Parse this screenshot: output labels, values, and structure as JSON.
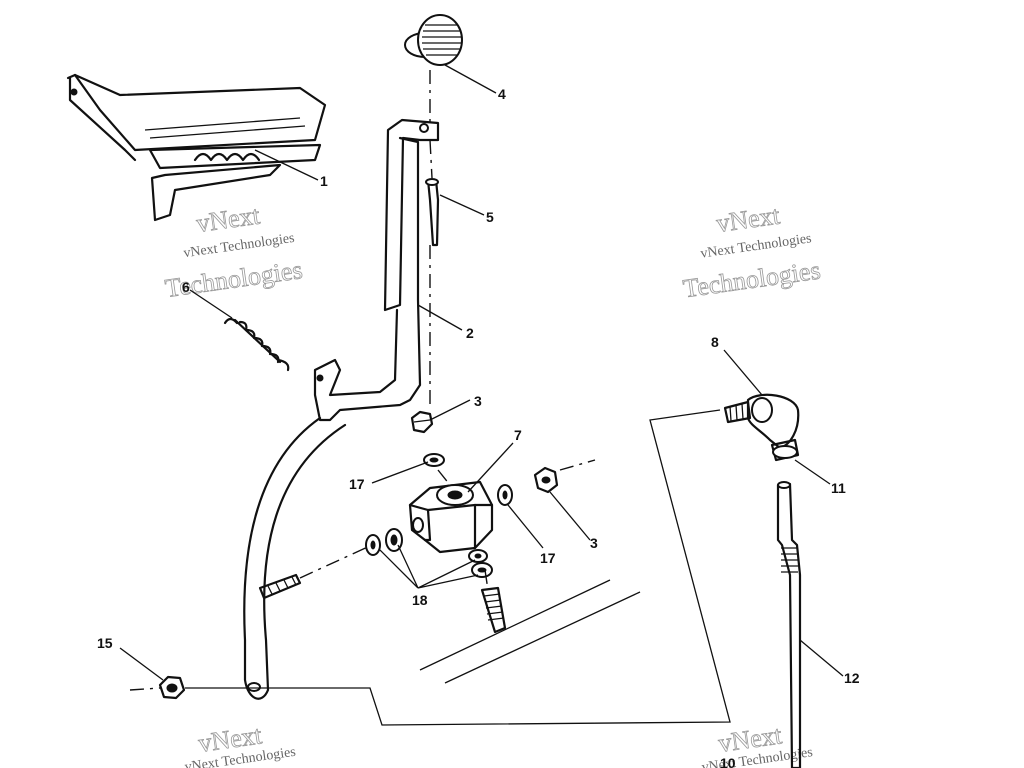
{
  "diagram": {
    "title": "Parts breakdown - lever, bracket and linkage assembly",
    "colors": {
      "ink": "#111111",
      "watermark": "#999999"
    },
    "callouts": {
      "c1": "1",
      "c2": "2",
      "c3a": "3",
      "c3b": "3",
      "c4": "4",
      "c5": "5",
      "c6": "6",
      "c7": "7",
      "c8": "8",
      "c10": "10",
      "c11": "11",
      "c12": "12",
      "c15": "15",
      "c17a": "17",
      "c17b": "17",
      "c18": "18"
    },
    "watermark": {
      "small": "vNext Technologies",
      "big1": "vNext",
      "big2": "Technologies"
    }
  }
}
